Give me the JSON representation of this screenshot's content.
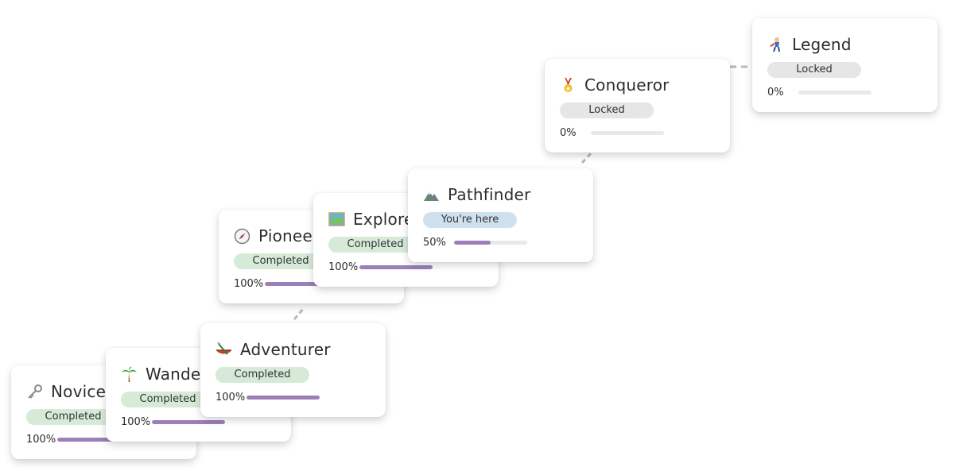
{
  "colors": {
    "completed_badge": "#d6ead8",
    "current_badge": "#cfe1ef",
    "locked_badge": "#e6e6e6",
    "progress_fill": "#9b7fb8",
    "progress_track": "#e9e9e9"
  },
  "levels": [
    {
      "title": "Novice",
      "icon": "key-icon",
      "status": "Completed",
      "progress_label": "100%",
      "progress": 1.0
    },
    {
      "title": "Wanderer",
      "icon": "palm-tree-icon",
      "status": "Completed",
      "progress_label": "100%",
      "progress": 1.0
    },
    {
      "title": "Adventurer",
      "icon": "canoe-icon",
      "status": "Completed",
      "progress_label": "100%",
      "progress": 1.0
    },
    {
      "title": "Pioneer",
      "icon": "compass-icon",
      "status": "Completed",
      "progress_label": "100%",
      "progress": 1.0
    },
    {
      "title": "Explorer",
      "icon": "map-icon",
      "status": "Completed",
      "progress_label": "100%",
      "progress": 1.0
    },
    {
      "title": "Pathfinder",
      "icon": "mountain-icon",
      "status": "You're here",
      "progress_label": "50%",
      "progress": 0.5
    },
    {
      "title": "Conqueror",
      "icon": "medal-icon",
      "status": "Locked",
      "progress_label": "0%",
      "progress": 0.0
    },
    {
      "title": "Legend",
      "icon": "hero-icon",
      "status": "Locked",
      "progress_label": "0%",
      "progress": 0.0
    }
  ]
}
